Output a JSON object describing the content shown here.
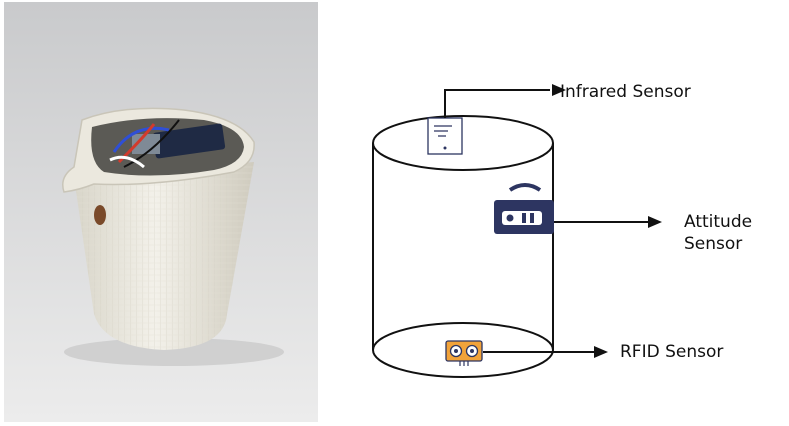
{
  "photo": {
    "subject": "3D-printed beaker with electronics",
    "colors": {
      "background": "#dcdcdc",
      "beaker": "#eeece3",
      "board": "#1f2a44"
    }
  },
  "diagram": {
    "labels": {
      "infrared": "Infrared Sensor",
      "attitude": "Attitude\nSensor",
      "rfid": "RFID Sensor"
    },
    "icons": [
      "phone-sensor-icon",
      "attitude-sensor-icon",
      "ultrasonic-sensor-icon"
    ],
    "colors": {
      "line": "#111111",
      "icon_blue": "#2d3561",
      "icon_orange": "#f2a33a"
    }
  }
}
